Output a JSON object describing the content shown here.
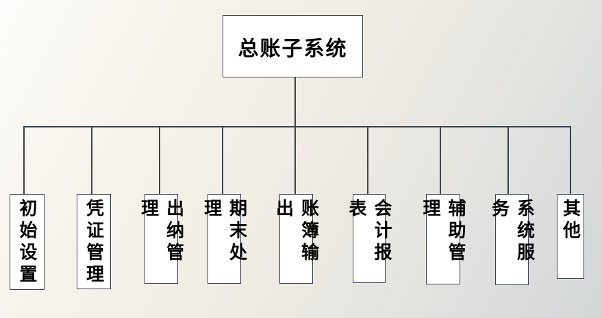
{
  "diagram": {
    "type": "org-chart",
    "root": {
      "label": "总账子系统"
    },
    "children": [
      {
        "label": "初始设置"
      },
      {
        "label": "凭证管理"
      },
      {
        "label": "出纳管理"
      },
      {
        "label": "期末处理"
      },
      {
        "label": "账簿输出"
      },
      {
        "label": "会计报表"
      },
      {
        "label": "辅助管理"
      },
      {
        "label": "系统服务"
      },
      {
        "label": "其他"
      }
    ],
    "colors": {
      "background_top_left": "#fdfcfa",
      "background_left_cream": "#f2eee6",
      "background_bottom_right": "#d3d6d7",
      "node_fill": "#ffffff",
      "node_border": "#39414b",
      "connector": "#39414b",
      "text": "#000000"
    }
  }
}
